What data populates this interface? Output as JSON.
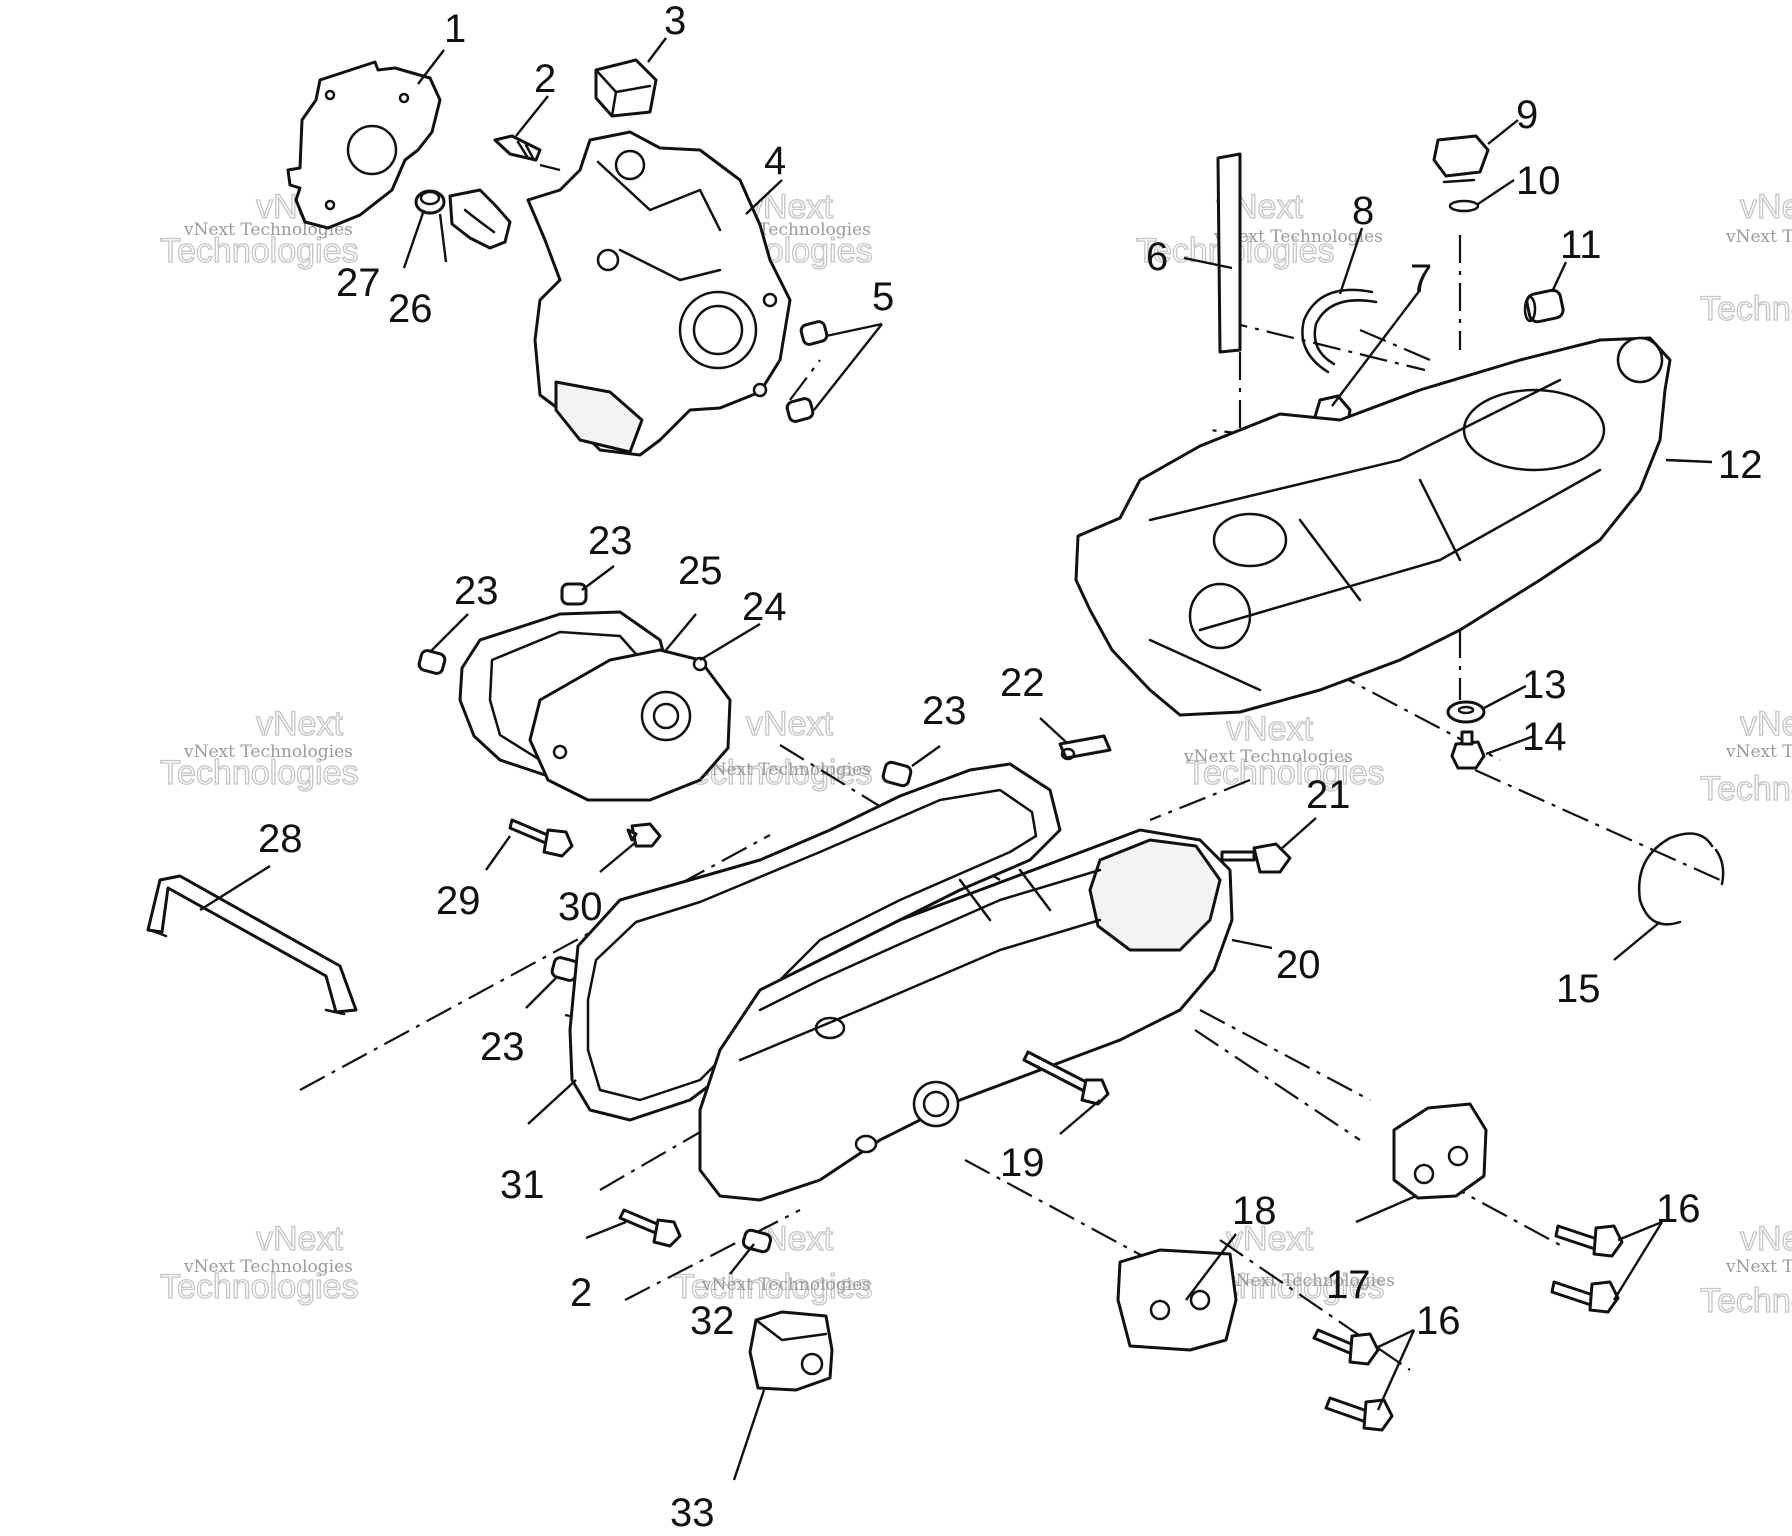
{
  "callouts": [
    {
      "id": "c1",
      "text": "1"
    },
    {
      "id": "c2a",
      "text": "2"
    },
    {
      "id": "c3",
      "text": "3"
    },
    {
      "id": "c4",
      "text": "4"
    },
    {
      "id": "c5",
      "text": "5"
    },
    {
      "id": "c6",
      "text": "6"
    },
    {
      "id": "c7",
      "text": "7"
    },
    {
      "id": "c8",
      "text": "8"
    },
    {
      "id": "c9",
      "text": "9"
    },
    {
      "id": "c10",
      "text": "10"
    },
    {
      "id": "c11",
      "text": "11"
    },
    {
      "id": "c12",
      "text": "12"
    },
    {
      "id": "c13",
      "text": "13"
    },
    {
      "id": "c14",
      "text": "14"
    },
    {
      "id": "c15",
      "text": "15"
    },
    {
      "id": "c16a",
      "text": "16"
    },
    {
      "id": "c16b",
      "text": "16"
    },
    {
      "id": "c17",
      "text": "17"
    },
    {
      "id": "c18",
      "text": "18"
    },
    {
      "id": "c19",
      "text": "19"
    },
    {
      "id": "c20",
      "text": "20"
    },
    {
      "id": "c21",
      "text": "21"
    },
    {
      "id": "c22",
      "text": "22"
    },
    {
      "id": "c23a",
      "text": "23"
    },
    {
      "id": "c23b",
      "text": "23"
    },
    {
      "id": "c23c",
      "text": "23"
    },
    {
      "id": "c23d",
      "text": "23"
    },
    {
      "id": "c24",
      "text": "24"
    },
    {
      "id": "c25",
      "text": "25"
    },
    {
      "id": "c26",
      "text": "26"
    },
    {
      "id": "c27",
      "text": "27"
    },
    {
      "id": "c28",
      "text": "28"
    },
    {
      "id": "c29",
      "text": "29"
    },
    {
      "id": "c30",
      "text": "30"
    },
    {
      "id": "c31",
      "text": "31"
    },
    {
      "id": "c2b",
      "text": "2"
    },
    {
      "id": "c32",
      "text": "32"
    },
    {
      "id": "c33",
      "text": "33"
    }
  ],
  "watermark": {
    "small_text": "vNext Technologies",
    "large_text": "Technologies",
    "large_top": "vNext"
  }
}
